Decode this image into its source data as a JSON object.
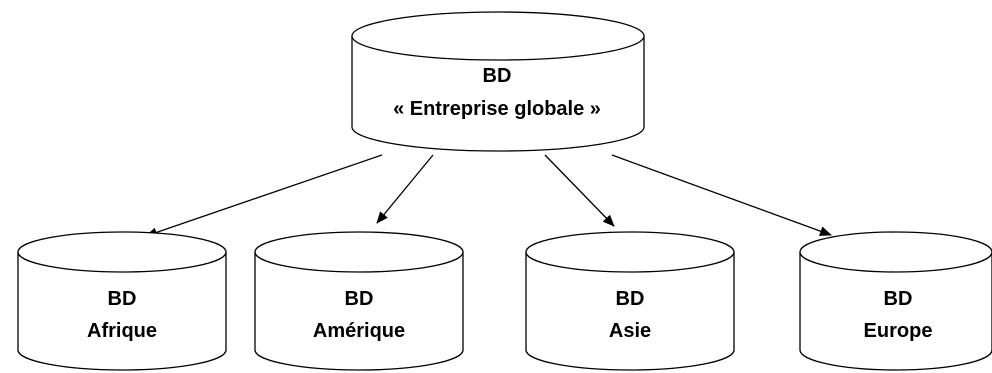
{
  "diagram": {
    "root": {
      "line1": "BD",
      "line2": "« Entreprise globale »"
    },
    "children": [
      {
        "line1": "BD",
        "line2": "Afrique"
      },
      {
        "line1": "BD",
        "line2": "Amérique"
      },
      {
        "line1": "BD",
        "line2": "Asie"
      },
      {
        "line1": "BD",
        "line2": "Europe"
      }
    ]
  }
}
